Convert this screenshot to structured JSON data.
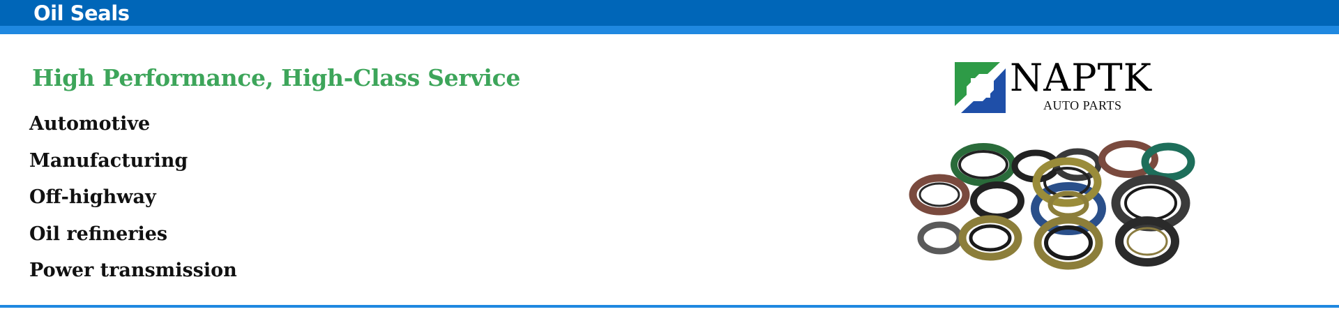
{
  "header": {
    "title": "Oil Seals",
    "color_primary": "#0066b8",
    "color_stripe": "#1f88e0"
  },
  "tagline": {
    "text": "High Performance, High-Class Service",
    "color": "#3da55a"
  },
  "industries": [
    "Automotive",
    "Manufacturing",
    "Off-highway",
    "Oil refineries",
    "Power transmission"
  ],
  "logo": {
    "brand": "NAPTK",
    "subtitle": "AUTO PARTS",
    "icon": "naptk-logo-icon"
  },
  "product_image": {
    "icon": "oil-seals-photo"
  }
}
